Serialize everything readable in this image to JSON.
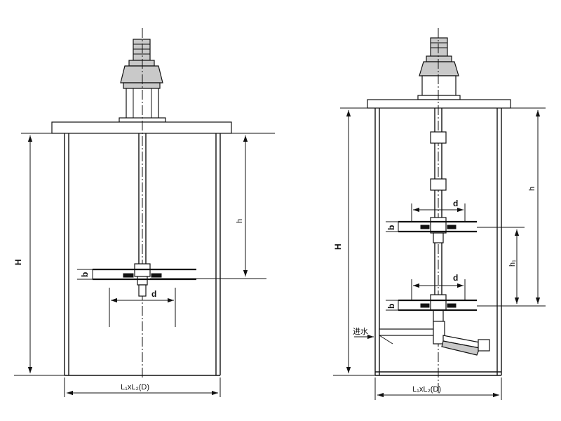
{
  "left_view": {
    "label_H": "H",
    "label_h": "h",
    "label_b": "b",
    "label_d": "d",
    "label_L": "L₁xL₂(D)"
  },
  "right_view": {
    "label_H": "H",
    "label_h": "h",
    "label_h1": "h₁",
    "label_b_upper": "b",
    "label_b_lower": "b",
    "label_d_upper": "d",
    "label_d_lower": "d",
    "label_inlet": "进水",
    "label_L": "L₁xL₂(D)"
  }
}
